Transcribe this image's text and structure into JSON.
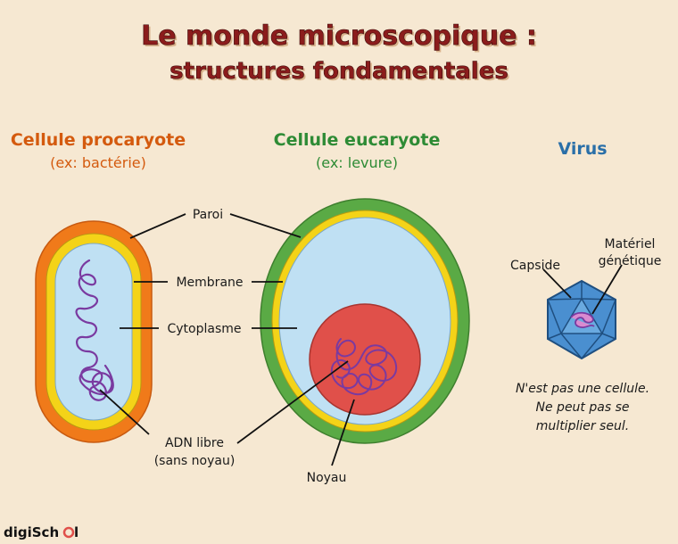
{
  "title": {
    "line1": "Le monde microscopique :",
    "line2": "structures fondamentales"
  },
  "columns": {
    "prokaryote": {
      "heading": "Cellule procaryote",
      "example": "(ex: bactérie)"
    },
    "eukaryote": {
      "heading": "Cellule eucaryote",
      "example": "(ex: levure)"
    },
    "virus": {
      "heading": "Virus"
    }
  },
  "labels": {
    "paroi": "Paroi",
    "membrane": "Membrane",
    "cytoplasme": "Cytoplasme",
    "adn_line1": "ADN libre",
    "adn_line2": "(sans noyau)",
    "noyau": "Noyau",
    "capside": "Capside",
    "materiel_line1": "Matériel",
    "materiel_line2": "génétique"
  },
  "virus_note": {
    "line1": "N'est pas une cellule.",
    "line2": "Ne peut pas se",
    "line3": "multiplier seul."
  },
  "brand": {
    "prefix": "digiSch",
    "suffix": "l"
  },
  "colors": {
    "background": "#f6e8d2",
    "title": "#8b1c1c",
    "prokaryote_heading": "#d45a0e",
    "eukaryote_heading": "#2e8b35",
    "virus_heading": "#2a6fa8",
    "cell_wall_prokaryote": "#f07a1a",
    "cell_wall_eukaryote": "#5aaa45",
    "membrane": "#f4d318",
    "cytoplasm": "#bfe0f3",
    "nucleus": "#e0504a",
    "dna": "#7a3aa0",
    "capsid": "#4a8fd0"
  },
  "icons": [
    "prokaryote-cell-icon",
    "eukaryote-cell-icon",
    "virus-capsid-icon",
    "dna-strand-icon",
    "digischool-logo"
  ]
}
